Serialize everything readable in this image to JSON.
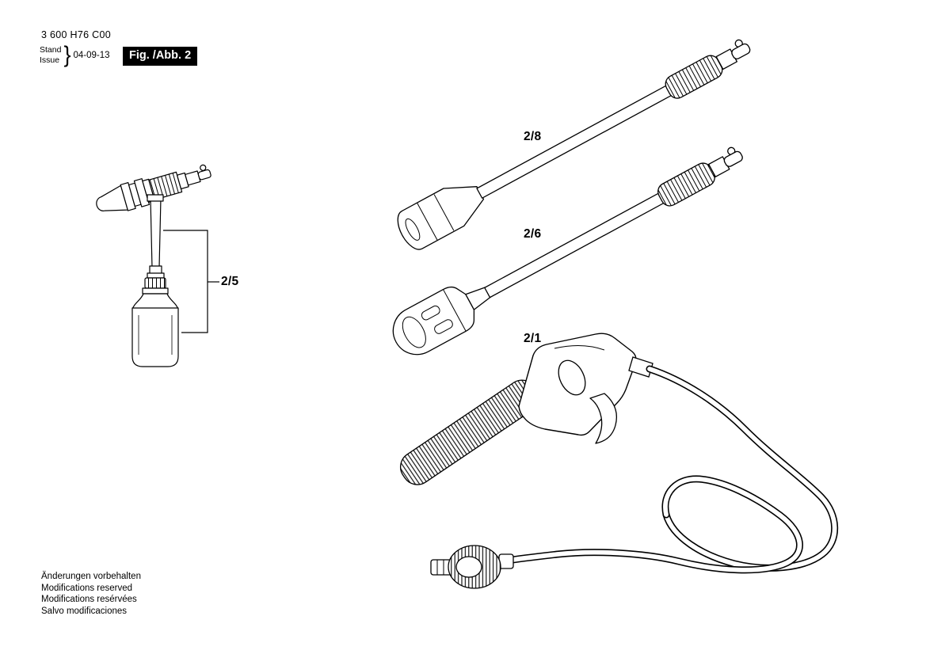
{
  "header": {
    "part_number": "3 600 H76 C00",
    "stand_label": "Stand",
    "issue_label": "Issue",
    "brace": "}",
    "date": "04-09-13",
    "figure_label": "Fig. /Abb. 2"
  },
  "parts": [
    {
      "label": "2/8"
    },
    {
      "label": "2/6"
    },
    {
      "label": "2/5"
    },
    {
      "label": "2/1"
    }
  ],
  "footer": {
    "lines": [
      "Änderungen vorbehalten",
      "Modifications reserved",
      "Modifications resérvées",
      "Salvo modificaciones"
    ]
  },
  "colors": {
    "ink": "#000000",
    "paper": "#ffffff"
  }
}
